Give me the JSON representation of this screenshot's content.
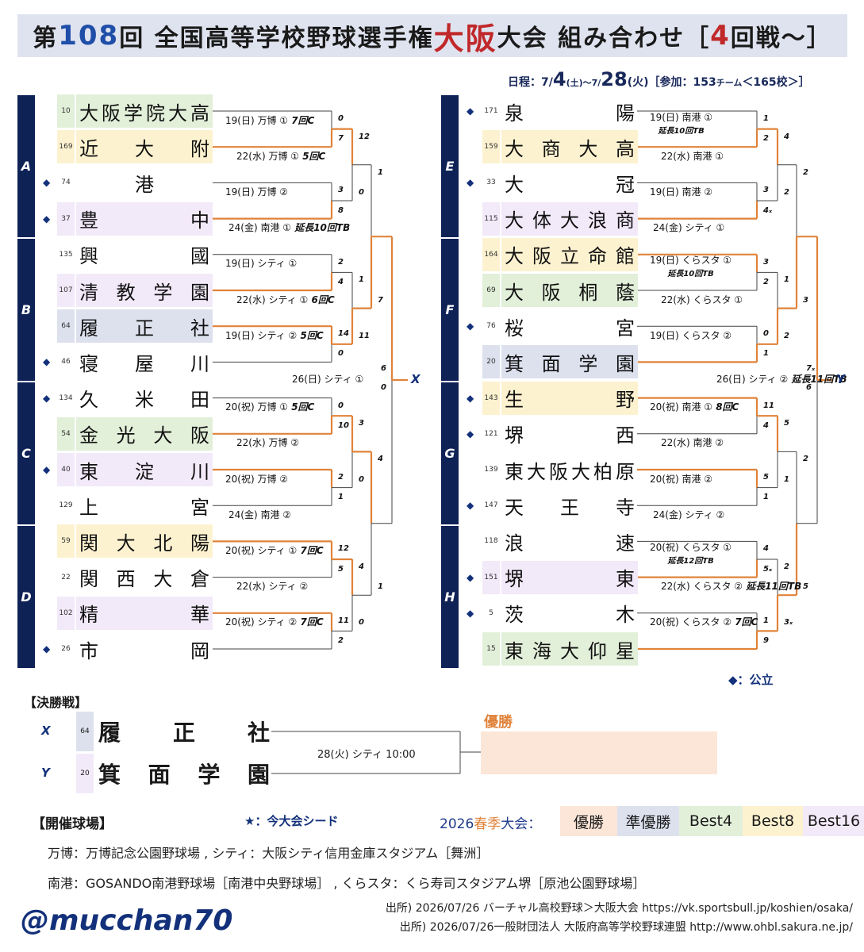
{
  "title": {
    "pre": "第",
    "num": "108",
    "post": "回 全国高等学校野球選手権 ",
    "pref": "大阪",
    "mid": "大会 組み合わせ［",
    "round": "4",
    "roundsuffix": "回戦〜］"
  },
  "schedule": {
    "label": "日程：7/",
    "d1": "4",
    "t1": "(土)〜7/",
    "d2": "28",
    "t2": "(火)［参加：153",
    "t3": "チーム",
    "t4": "＜165校＞］"
  },
  "colors": {
    "navy": "#0f2256",
    "orange": "#e0833a",
    "win": "#fbe6d8",
    "runner": "#dde1ee",
    "best4": "#e2efd9",
    "best8": "#fdf2d0",
    "best16": "#f2e9f9"
  },
  "left": {
    "blocks": [
      "A",
      "B",
      "C",
      "D"
    ],
    "teams": [
      {
        "num": "10",
        "name": "大阪学院大高",
        "public": false,
        "bg": "best4"
      },
      {
        "num": "169",
        "name": "近大附",
        "public": false,
        "bg": "best8"
      },
      {
        "num": "74",
        "name": "港",
        "public": true,
        "bg": ""
      },
      {
        "num": "37",
        "name": "豊中",
        "public": true,
        "bg": "best16"
      },
      {
        "num": "135",
        "name": "興國",
        "public": false,
        "bg": ""
      },
      {
        "num": "107",
        "name": "清教学園",
        "public": false,
        "bg": "best16"
      },
      {
        "num": "64",
        "name": "履正社",
        "public": false,
        "bg": "runner"
      },
      {
        "num": "46",
        "name": "寝屋川",
        "public": true,
        "bg": ""
      },
      {
        "num": "134",
        "name": "久米田",
        "public": true,
        "bg": ""
      },
      {
        "num": "54",
        "name": "金光大阪",
        "public": false,
        "bg": "best4"
      },
      {
        "num": "40",
        "name": "東淀川",
        "public": true,
        "bg": "best16"
      },
      {
        "num": "129",
        "name": "上宮",
        "public": false,
        "bg": ""
      },
      {
        "num": "59",
        "name": "関大北陽",
        "public": false,
        "bg": "best8"
      },
      {
        "num": "22",
        "name": "関西大倉",
        "public": false,
        "bg": ""
      },
      {
        "num": "102",
        "name": "精華",
        "public": false,
        "bg": "best16"
      },
      {
        "num": "26",
        "name": "市岡",
        "public": true,
        "bg": ""
      }
    ],
    "r4": [
      {
        "label": "19(日) 万博 ①",
        "note": "7回C",
        "s1": "0",
        "s2": "7"
      },
      {
        "label": "19(日) 万博 ②",
        "note": "",
        "s1": "3",
        "s2": "8"
      },
      {
        "label": "19(日) シティ ①",
        "note": "",
        "s1": "2",
        "s2": "4"
      },
      {
        "label": "19(日) シティ ②",
        "note": "5回C",
        "s1": "14",
        "s2": "0"
      },
      {
        "label": "20(祝) 万博 ①",
        "note": "5回C",
        "s1": "0",
        "s2": "10"
      },
      {
        "label": "20(祝) 万博 ②",
        "note": "",
        "s1": "2",
        "s2": "1"
      },
      {
        "label": "20(祝) シティ ①",
        "note": "7回C",
        "s1": "12",
        "s2": "5"
      },
      {
        "label": "20(祝) シティ ②",
        "note": "7回C",
        "s1": "11",
        "s2": "2"
      }
    ],
    "qf": [
      {
        "label": "22(水) 万博 ①",
        "note": "5回C",
        "s1": "12",
        "s2": "0"
      },
      {
        "label": "22(水) シティ ①",
        "note": "6回C",
        "s1": "1",
        "s2": "11"
      },
      {
        "label": "22(水) 万博 ②",
        "note": "",
        "s1": "3",
        "s2": "0"
      },
      {
        "label": "22(水) シティ ②",
        "note": "",
        "s1": "4",
        "s2": "0"
      }
    ],
    "sf": [
      {
        "label": "24(金) 南港 ①",
        "note": "延長10回TB",
        "s1": "1",
        "s2": "7"
      },
      {
        "label": "24(金) 南港 ②",
        "note": "",
        "s1": "4",
        "s2": "1"
      }
    ],
    "final": {
      "label": "26(日) シティ ①",
      "note": "",
      "s1": "6",
      "s2": "0",
      "mark": "X"
    }
  },
  "right": {
    "blocks": [
      "E",
      "F",
      "G",
      "H"
    ],
    "teams": [
      {
        "num": "171",
        "name": "泉陽",
        "public": true,
        "bg": ""
      },
      {
        "num": "159",
        "name": "大商大高",
        "public": false,
        "bg": "best8"
      },
      {
        "num": "33",
        "name": "大冠",
        "public": true,
        "bg": ""
      },
      {
        "num": "115",
        "name": "大体大浪商",
        "public": false,
        "bg": "best16"
      },
      {
        "num": "164",
        "name": "大阪立命館",
        "public": false,
        "bg": "best8"
      },
      {
        "num": "69",
        "name": "大阪桐蔭",
        "public": false,
        "bg": "best4"
      },
      {
        "num": "76",
        "name": "桜宮",
        "public": true,
        "bg": ""
      },
      {
        "num": "20",
        "name": "箕面学園",
        "public": false,
        "bg": "runner"
      },
      {
        "num": "143",
        "name": "生野",
        "public": true,
        "bg": "best8"
      },
      {
        "num": "121",
        "name": "堺西",
        "public": true,
        "bg": ""
      },
      {
        "num": "139",
        "name": "東大阪大柏原",
        "public": false,
        "bg": ""
      },
      {
        "num": "147",
        "name": "天王寺",
        "public": true,
        "bg": ""
      },
      {
        "num": "118",
        "name": "浪速",
        "public": false,
        "bg": ""
      },
      {
        "num": "151",
        "name": "堺東",
        "public": true,
        "bg": "best16"
      },
      {
        "num": "5",
        "name": "茨木",
        "public": true,
        "bg": ""
      },
      {
        "num": "15",
        "name": "東海大仰星",
        "public": false,
        "bg": "best4"
      }
    ],
    "r4": [
      {
        "label": "19(日) 南港 ①",
        "note": "延長10回TB",
        "s1": "1",
        "s2": "2"
      },
      {
        "label": "19(日) 南港 ②",
        "note": "",
        "s1": "3",
        "s2": "4ₓ"
      },
      {
        "label": "19(日) くらスタ ①",
        "note": "延長10回TB",
        "s1": "3",
        "s2": "2"
      },
      {
        "label": "19(日) くらスタ ②",
        "note": "",
        "s1": "0",
        "s2": "1"
      },
      {
        "label": "20(祝) 南港 ①",
        "note": "8回C",
        "s1": "11",
        "s2": "4"
      },
      {
        "label": "20(祝) 南港 ②",
        "note": "",
        "s1": "5",
        "s2": "1"
      },
      {
        "label": "20(祝) くらスタ ①",
        "note": "延長12回TB",
        "s1": "4",
        "s2": "5ₓ"
      },
      {
        "label": "20(祝) くらスタ ②",
        "note": "7回C",
        "s1": "1",
        "s2": "9"
      }
    ],
    "qf": [
      {
        "label": "22(水) 南港 ①",
        "note": "",
        "s1": "4",
        "s2": "2"
      },
      {
        "label": "22(水) くらスタ ①",
        "note": "",
        "s1": "1",
        "s2": "2"
      },
      {
        "label": "22(水) 南港 ②",
        "note": "",
        "s1": "5",
        "s2": "1"
      },
      {
        "label": "22(水) くらスタ ②",
        "note": "延長11回TB",
        "s1": "2",
        "s2": "3ₓ"
      }
    ],
    "sf": [
      {
        "label": "24(金) シティ ①",
        "note": "",
        "s1": "2",
        "s2": "3"
      },
      {
        "label": "24(金) シティ ②",
        "note": "",
        "s1": "2",
        "s2": "5"
      }
    ],
    "final": {
      "label": "26(日) シティ ②",
      "note": "延長11回TB",
      "s1": "7ₓ",
      "s2": "6",
      "mark": "Y"
    }
  },
  "legend_public": "◆：公立",
  "final_game": {
    "heading": "【決勝戦】",
    "x": {
      "mark": "X",
      "num": "64",
      "name": "履正社",
      "bg": "runner"
    },
    "y": {
      "mark": "Y",
      "num": "20",
      "name": "箕面学園",
      "bg": "best16"
    },
    "label": "28(火) シティ 10:00",
    "champion_label": "優勝"
  },
  "venues": {
    "heading": "【開催球場】",
    "line1": "万博：万博記念公園野球場 , シティ：大阪シティ信用金庫スタジアム［舞洲］",
    "line2": "南港：GOSANDO南港野球場［南港中央野球場］ , くらスタ：くら寿司スタジアム堺［原池公園野球場］"
  },
  "seed_legend": "★：今大会シード",
  "spring": {
    "pre": "2026",
    "acc": "春季",
    "post": "大会：",
    "items": [
      {
        "label": "優勝",
        "color": "win"
      },
      {
        "label": "準優勝",
        "color": "runner"
      },
      {
        "label": "Best4",
        "color": "best4"
      },
      {
        "label": "Best8",
        "color": "best8"
      },
      {
        "label": "Best16",
        "color": "best16"
      }
    ]
  },
  "handle": "@mucchan70",
  "sources": [
    "出所) 2026/07/26 バーチャル高校野球＞大阪大会  https://vk.sportsbull.jp/koshien/osaka/",
    "出所) 2026/07/26一般財団法人 大阪府高等学校野球連盟   http://www.ohbl.sakura.ne.jp/"
  ]
}
